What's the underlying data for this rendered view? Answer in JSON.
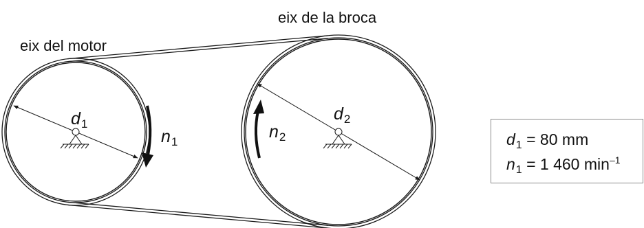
{
  "labels": {
    "motor_shaft": "eix del motor",
    "drill_shaft": "eix de la broca"
  },
  "symbols": {
    "d1": {
      "var": "d",
      "sub": "1"
    },
    "d2": {
      "var": "d",
      "sub": "2"
    },
    "n1": {
      "var": "n",
      "sub": "1"
    },
    "n2": {
      "var": "n",
      "sub": "2"
    }
  },
  "data_box": {
    "row1": {
      "var": "d",
      "sub": "1",
      "eq": " = ",
      "value": "80",
      "unit": " mm",
      "sup": ""
    },
    "row2": {
      "var": "n",
      "sub": "1",
      "eq": " = ",
      "value": "1 460",
      "unit": " min",
      "sup": "–1"
    }
  },
  "colors": {
    "line": "#1a1a1a",
    "box_border": "#8a8a8a"
  }
}
